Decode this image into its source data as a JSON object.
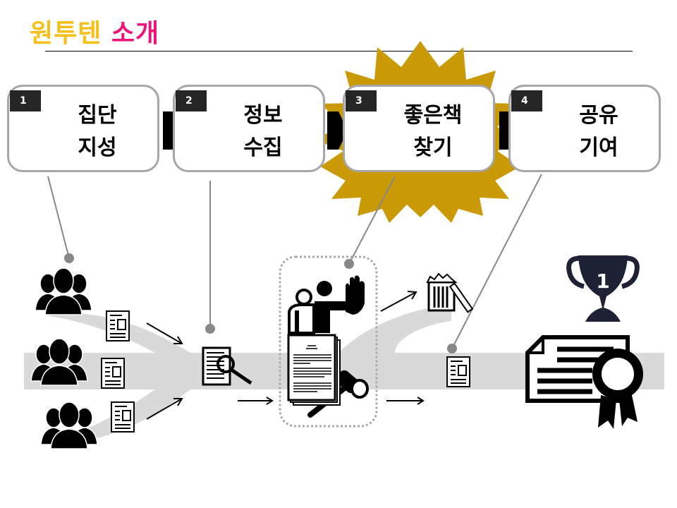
{
  "title": {
    "part1": "원투텐",
    "part2": "소개",
    "color1": "#f7bf17",
    "color2": "#f0127b"
  },
  "steps": [
    {
      "number": "1",
      "label": "집단\n지성"
    },
    {
      "number": "2",
      "label": "정보\n수집"
    },
    {
      "number": "3",
      "label": "좋은책\n찾기",
      "highlighted": true
    },
    {
      "number": "4",
      "label": "공유\n기여"
    }
  ],
  "colors": {
    "burst": "#c99a06",
    "band": "#d9d9d9",
    "trophy": "#1f2235",
    "connector": "#888888"
  },
  "trophy_number": "1"
}
